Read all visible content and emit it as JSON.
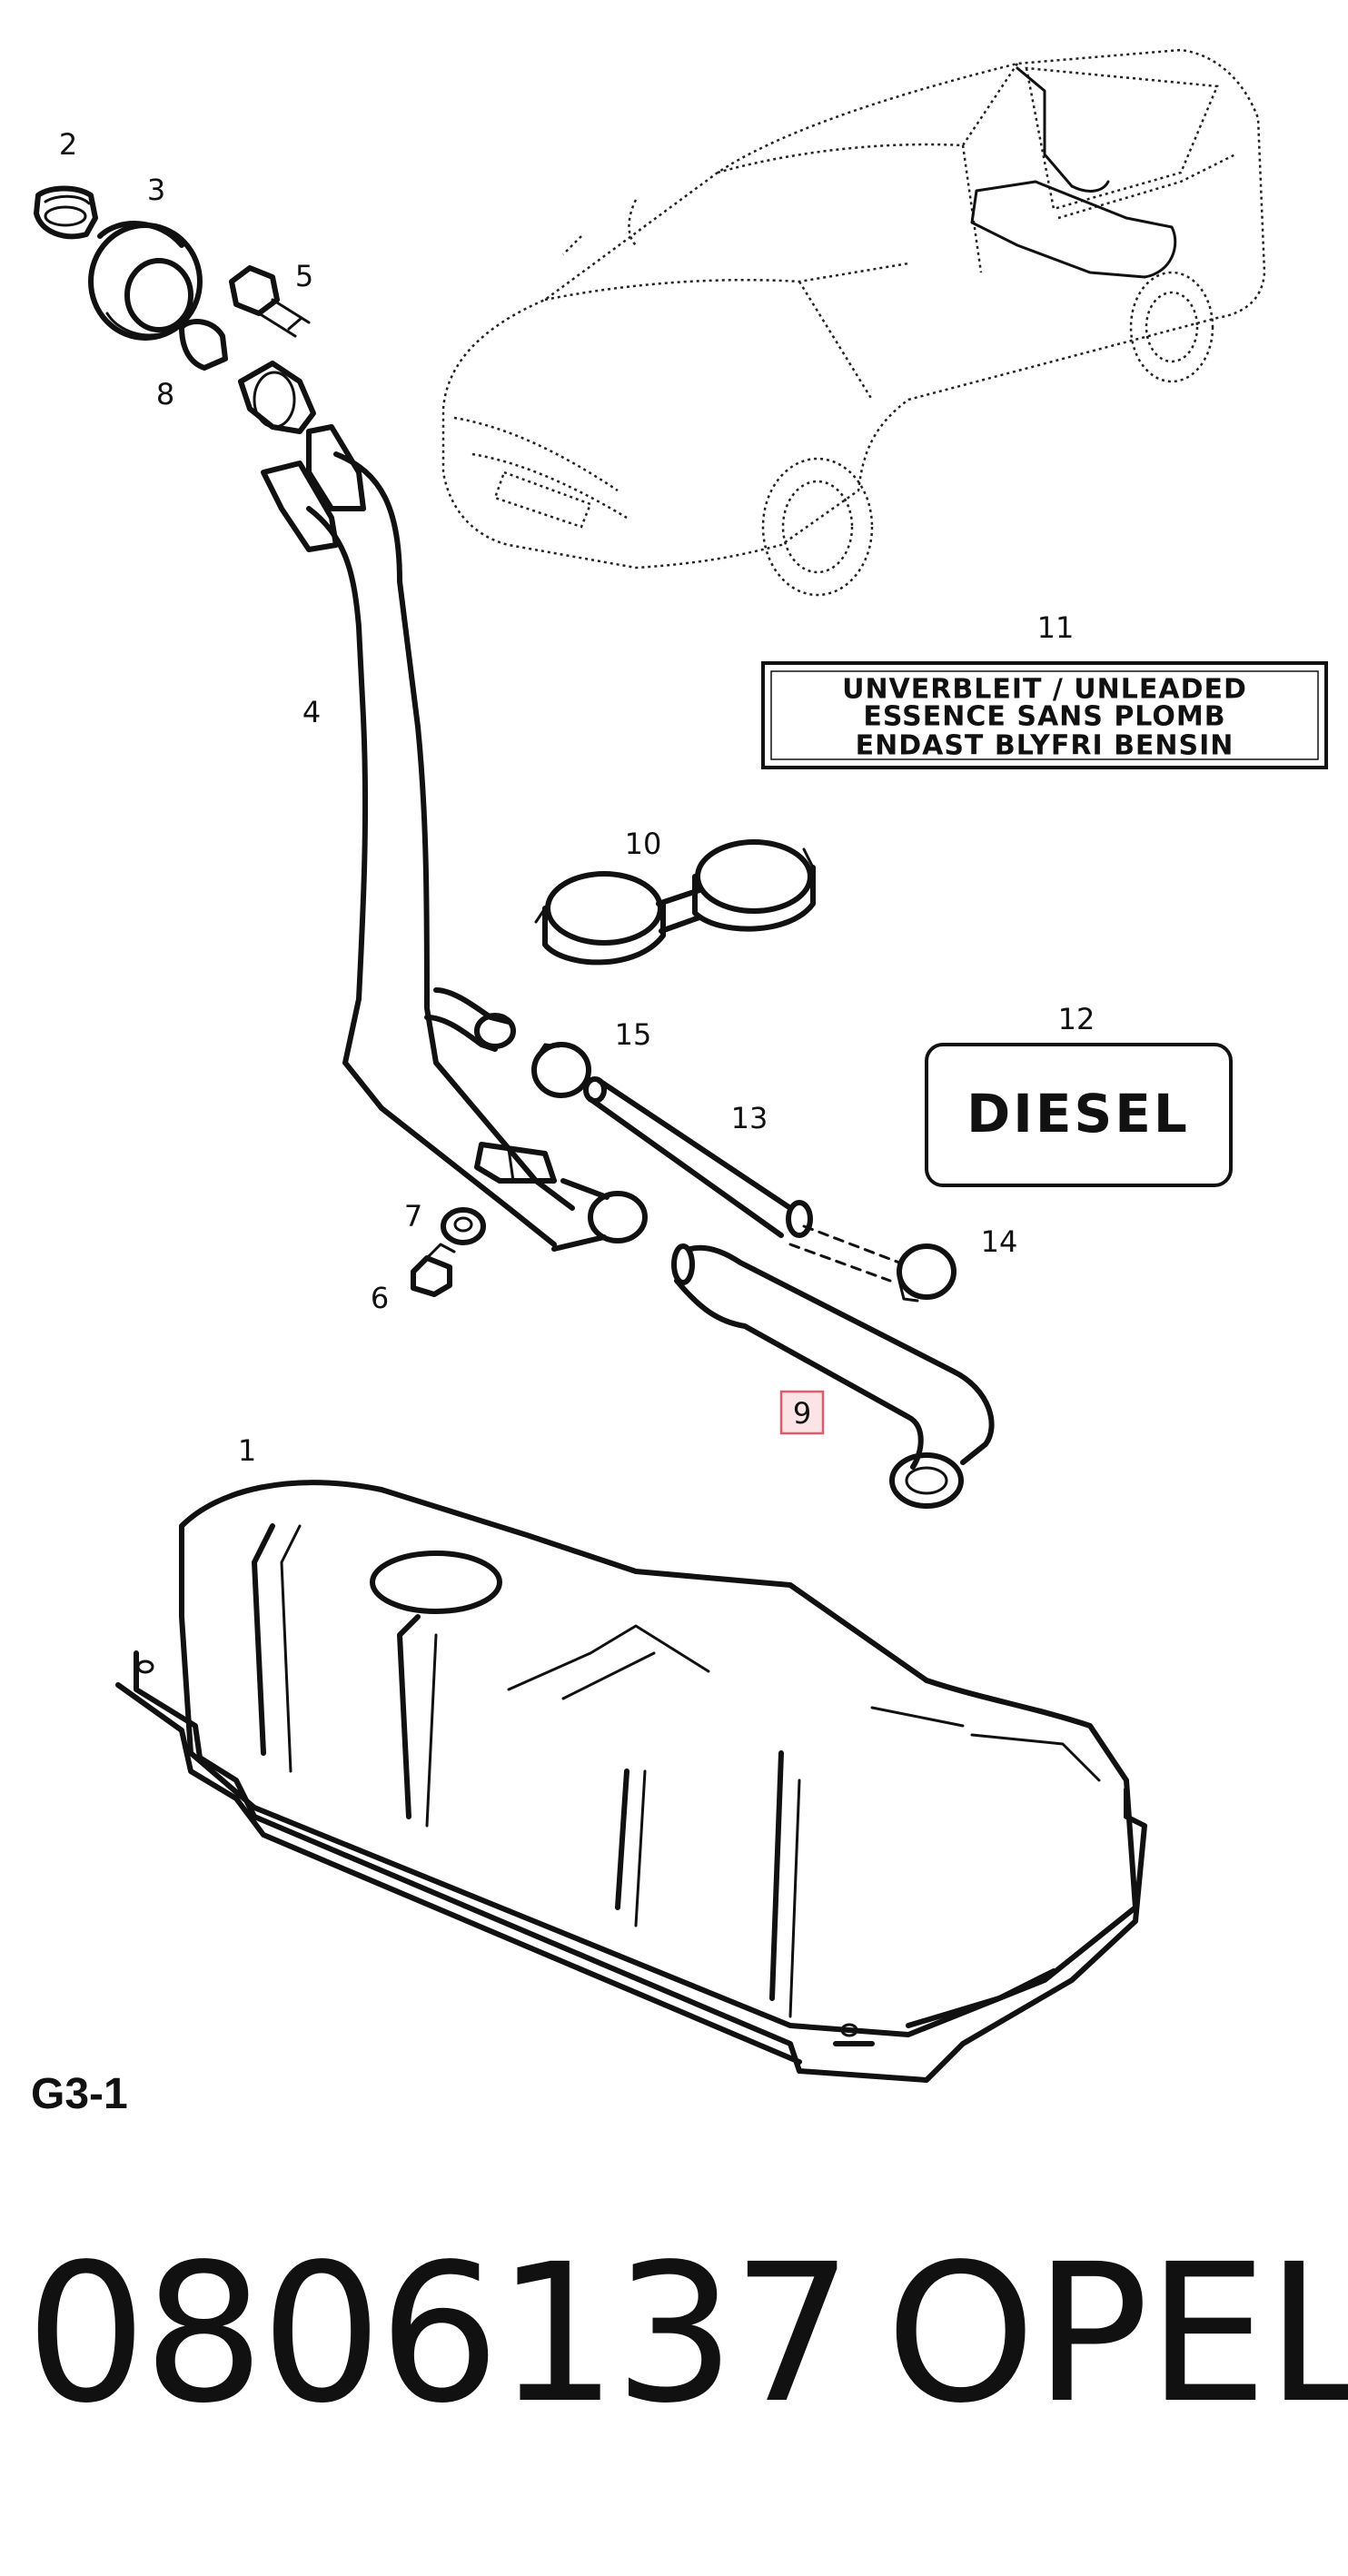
{
  "callouts": {
    "c1": "1",
    "c2": "2",
    "c3": "3",
    "c4": "4",
    "c5": "5",
    "c6": "6",
    "c7": "7",
    "c8": "8",
    "c9": "9",
    "c10": "10",
    "c11": "11",
    "c12": "12",
    "c13": "13",
    "c14": "14",
    "c15": "15"
  },
  "label_plate": {
    "line1": "UNVERBLEIT / UNLEADED",
    "line2": "ESSENCE SANS PLOMB",
    "line3": "ENDAST BLYFRI BENSIN"
  },
  "diesel_label": "DIESEL",
  "group_code": "G3-1",
  "part_number": "0806137",
  "brand": "OPEL",
  "highlighted_callout": "9",
  "colors": {
    "highlight_fill": "#fbe3e6",
    "highlight_border": "#e05a6c",
    "ink": "#111111"
  }
}
